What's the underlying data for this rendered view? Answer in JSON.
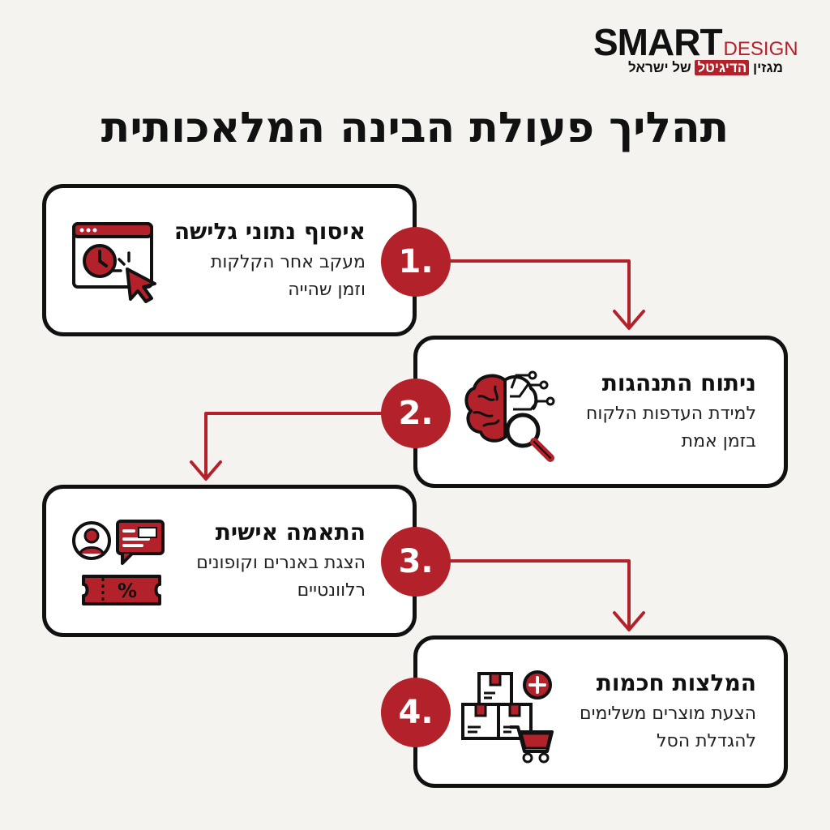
{
  "brand": {
    "name_bold": "SMART",
    "name_light": "DESIGN",
    "tagline_start": "מגזין ",
    "tagline_highlight": "הדיגיטל",
    "tagline_end": " של ישראל"
  },
  "title": "תהליך פעולת הבינה המלאכותית",
  "steps": [
    {
      "number": "1.",
      "title": "איסוף נתוני גלישה",
      "line1": "מעקב אחר הקלקות",
      "line2": "וזמן שהייה"
    },
    {
      "number": "2.",
      "title": "ניתוח התנהגות",
      "line1": "למידת העדפות הלקוח",
      "line2": "בזמן אמת"
    },
    {
      "number": "3.",
      "title": "התאמה אישית",
      "line1": "הצגת באנרים וקופונים",
      "line2": "רלוונטיים"
    },
    {
      "number": "4.",
      "title": "המלצות חכמות",
      "line1": "הצעת מוצרים משלימים",
      "line2": "להגדלת הסל"
    }
  ],
  "colors": {
    "accent": "#b3222a",
    "ink": "#111111",
    "background": "#f4f3ef",
    "card": "#ffffff"
  },
  "icons": [
    "browser-clock-cursor-icon",
    "brain-magnifier-icon",
    "user-banner-coupon-icon",
    "boxes-cart-plus-icon"
  ]
}
